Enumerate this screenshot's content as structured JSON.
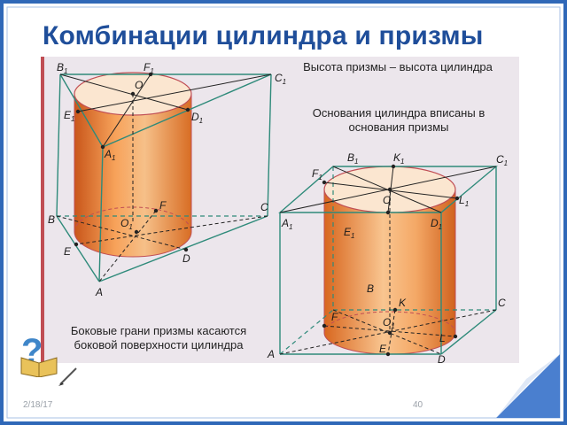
{
  "slide": {
    "title": "Комбинации цилиндра и призмы",
    "captions": {
      "height": "Высота призмы – высота цилиндра",
      "bases": "Основания цилиндра вписаны в основания призмы",
      "faces": "Боковые грани призмы касаются боковой поверхности цилиндра"
    },
    "date": "2/18/17",
    "page": "40"
  },
  "figure_left": {
    "labels": {
      "B1": "B",
      "F1": "F",
      "C1": "C",
      "O_top": "O",
      "E1": "E",
      "D1": "D",
      "A1": "A",
      "B": "B",
      "F": "F",
      "C": "C",
      "O1": "O",
      "E": "E",
      "D": "D",
      "A": "A"
    },
    "subs": {
      "one": "1"
    }
  },
  "figure_right": {
    "labels": {
      "B1": "B",
      "K1": "K",
      "C1": "C",
      "F1": "F",
      "O_top": "O",
      "L1": "L",
      "A1": "A",
      "D1": "D",
      "E1": "E",
      "B": "B",
      "K": "K",
      "C": "C",
      "F": "F",
      "O1": "O",
      "L": "L",
      "A": "A",
      "E": "E",
      "D": "D"
    }
  },
  "colors": {
    "title": "#1f4e9a",
    "panel": "#ece6ec",
    "accent": "#c04e54",
    "cylinder": "#e8843a",
    "edges": "#2e8a7a"
  },
  "icons": [
    "question-mark-icon",
    "book-icon",
    "pen-icon",
    "page-curl-icon"
  ]
}
